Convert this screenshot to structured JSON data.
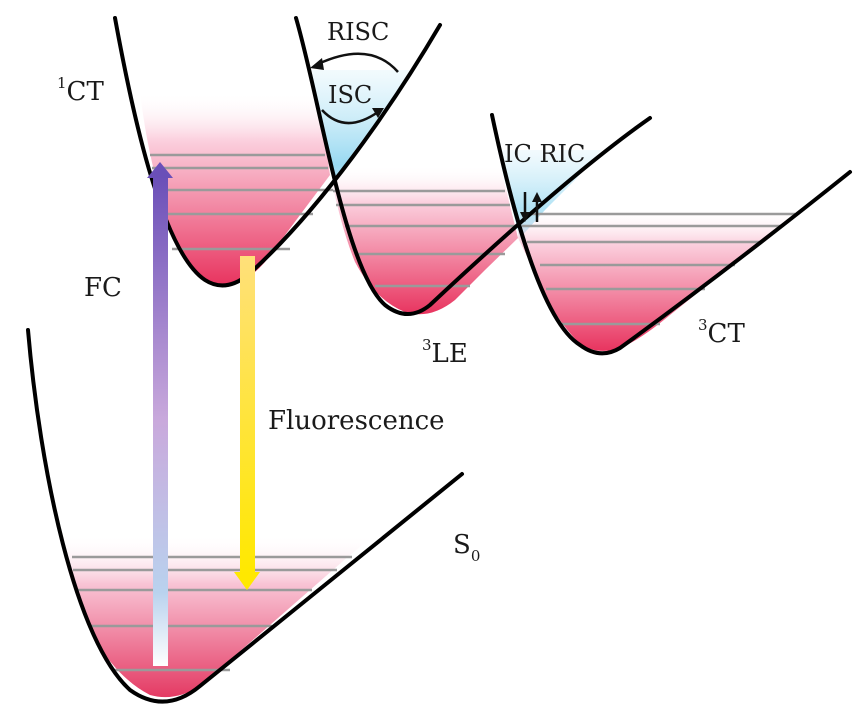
{
  "labels": {
    "ct1": {
      "sup": "1",
      "main": "CT"
    },
    "le3": {
      "sup": "3",
      "main": "LE"
    },
    "ct3": {
      "sup": "3",
      "main": "CT"
    },
    "s0": {
      "main": "S",
      "sub": "0"
    },
    "fc": "FC",
    "fluorescence": "Fluorescence",
    "risc": "RISC",
    "isc": "ISC",
    "ic_ric": "IC RIC"
  },
  "colors": {
    "curve": "#000000",
    "well_fill": "#e8345f",
    "crossing_fill": "#7fd0ee",
    "level_line": "#9a9a9a",
    "fc_arrow_top": "#6a4fb8",
    "fc_arrow_bottom": "#ffffff",
    "fluorescence_arrow_top": "#ffe07a",
    "fluorescence_arrow_bottom": "#ffe800"
  }
}
